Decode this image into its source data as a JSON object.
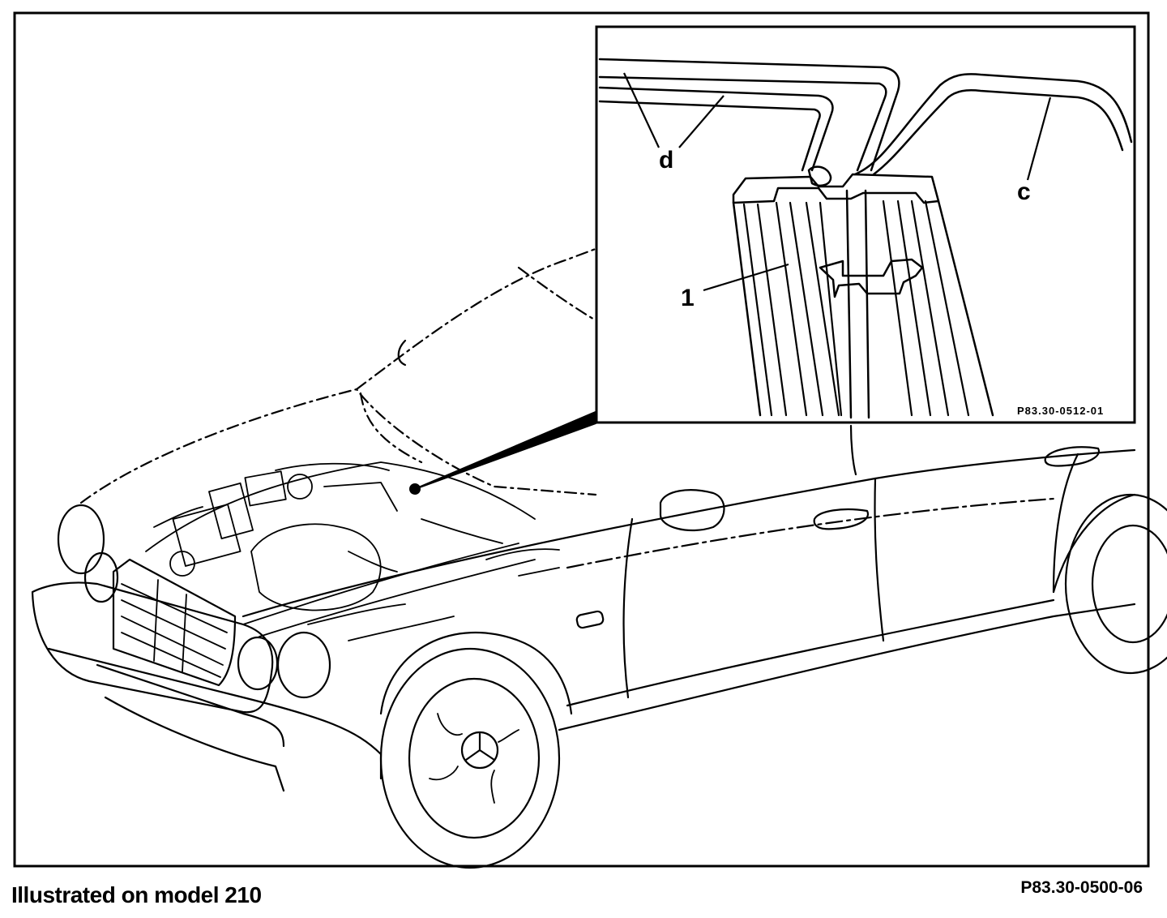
{
  "caption": "Illustrated on model 210",
  "figure_ref": "P83.30-0500-06",
  "inset": {
    "figure_ref": "P83.30-0512-01",
    "callouts": {
      "one": "1",
      "c": "c",
      "d": "d"
    }
  }
}
